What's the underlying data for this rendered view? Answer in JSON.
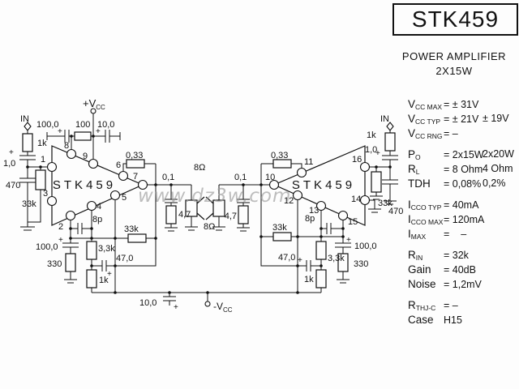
{
  "header": {
    "title": "STK459",
    "line1": "POWER AMPLIFIER",
    "line2": "2X15W"
  },
  "watermark": "www.dz3w.com",
  "plus": "+",
  "rails": {
    "pos": "+V",
    "pos_sub": "CC",
    "neg": "-V",
    "neg_sub": "CC"
  },
  "bottom": {
    "c_rail": "10,0"
  },
  "left": {
    "chip": "STK459",
    "in_label": "IN",
    "r_series": "1k",
    "c_in": "1,0",
    "c_bias": "470",
    "r_bias": "33k",
    "c_ps": "100,0",
    "r_ps": "100",
    "c_ps2": "10,0",
    "r_f": "0,33",
    "c_out": "0,1",
    "r_z": "4,7",
    "spk": "8Ω",
    "r_fb": "33k",
    "c_pf": "8p",
    "c_e": "100,0",
    "r_e": "330",
    "r_fb2": "3,3k",
    "c_bs": "47,0",
    "r_g": "1k",
    "pins": {
      "p1": "1",
      "p2": "2",
      "p3": "3",
      "p4": "4",
      "p5": "5",
      "p6": "6",
      "p7": "7",
      "p8": "8",
      "p9": "9"
    }
  },
  "right": {
    "chip": "STK459",
    "in_label": "IN",
    "r_series": "1k",
    "c_in": "1,0",
    "c_bias": "470",
    "r_bias": "33k",
    "r_f": "0,33",
    "c_out": "0,1",
    "r_z": "4,7",
    "spk": "8Ω",
    "r_fb": "33k",
    "c_pf": "8p",
    "c_e": "100,0",
    "r_e": "330",
    "r_fb2": "3,3k",
    "c_bs": "47,0",
    "r_g": "1k",
    "pins": {
      "p10": "10",
      "p11": "11",
      "p12": "12",
      "p13": "13",
      "p14": "14",
      "p15": "15",
      "p16": "16"
    }
  },
  "specs": [
    {
      "m": "V",
      "s": "CC MAX",
      "v": "= ± 31V",
      "v2": "",
      "gap": false
    },
    {
      "m": "V",
      "s": "CC TYP",
      "v": "= ± 21V",
      "v2": "± 19V",
      "gap": false
    },
    {
      "m": "V",
      "s": "CC RNG",
      "v": "= –",
      "v2": "",
      "gap": false
    },
    {
      "m": "P",
      "s": "O",
      "v": "= 2x15W",
      "v2": "2x20W",
      "gap": true
    },
    {
      "m": "R",
      "s": "L",
      "v": "= 8 Ohm",
      "v2": "4 Ohm",
      "gap": false
    },
    {
      "m": "TDH",
      "s": "",
      "v": "= 0,08%",
      "v2": "0,2%",
      "gap": false
    },
    {
      "m": "I",
      "s": "CCO TYP",
      "v": "= 40mA",
      "v2": "",
      "gap": true
    },
    {
      "m": "I",
      "s": "CCO MAX",
      "v": "= 120mA",
      "v2": "",
      "gap": false
    },
    {
      "m": "I",
      "s": "MAX",
      "v": "=    –",
      "v2": "",
      "gap": false
    },
    {
      "m": "R",
      "s": "IN",
      "v": "= 32k",
      "v2": "",
      "gap": true
    },
    {
      "m": "Gain",
      "s": "",
      "v": "= 40dB",
      "v2": "",
      "gap": false
    },
    {
      "m": "Noise",
      "s": "",
      "v": "= 1,2mV",
      "v2": "",
      "gap": false
    },
    {
      "m": "R",
      "s": "THJ-C",
      "v": "= –",
      "v2": "",
      "gap": true
    },
    {
      "m": "Case",
      "s": "",
      "v": "H15",
      "v2": "",
      "gap": false
    }
  ]
}
